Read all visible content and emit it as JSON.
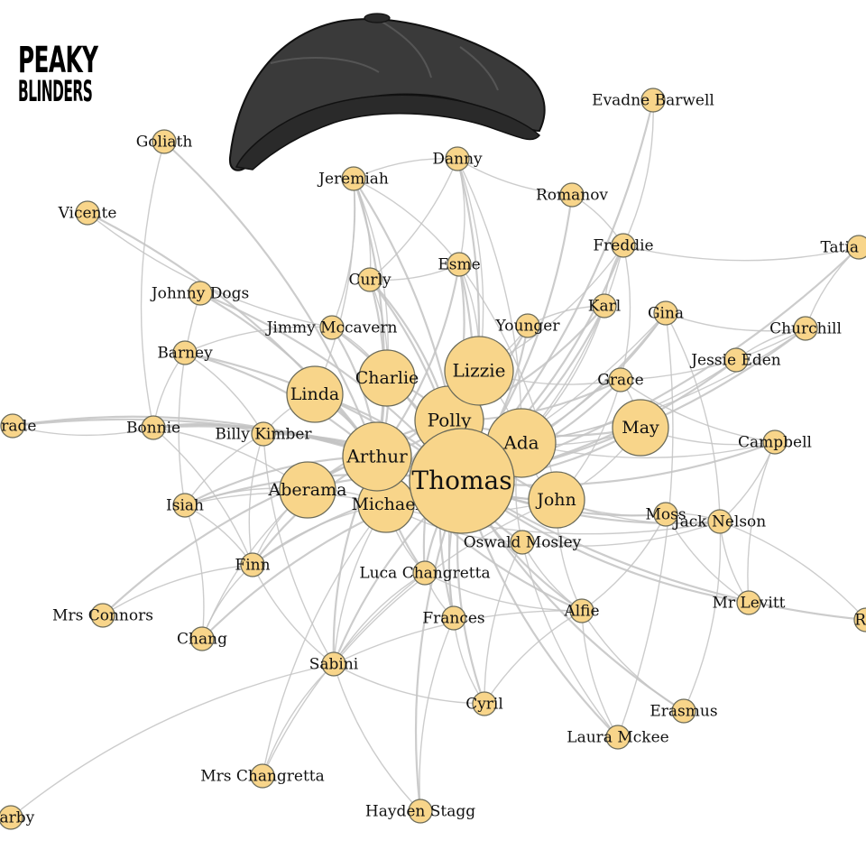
{
  "logo": {
    "line1": "PEAKY",
    "line2": "BLINDERS"
  },
  "colors": {
    "node_fill": "#f8d58a",
    "node_stroke": "#6b6b5a",
    "edge": "#c3c3c3",
    "cap": "#3a3a3a"
  },
  "decoration": {
    "cap_icon": "flat-cap-icon"
  },
  "nodes": [
    {
      "id": "Thomas",
      "label": "Thomas",
      "size": "xl"
    },
    {
      "id": "Arthur",
      "label": "Arthur",
      "size": "l"
    },
    {
      "id": "Polly",
      "label": "Polly",
      "size": "l"
    },
    {
      "id": "Lizzie",
      "label": "Lizzie",
      "size": "l"
    },
    {
      "id": "Ada",
      "label": "Ada",
      "size": "l"
    },
    {
      "id": "Michael",
      "label": "Michael",
      "size": "m"
    },
    {
      "id": "John",
      "label": "John",
      "size": "m"
    },
    {
      "id": "May",
      "label": "May",
      "size": "m"
    },
    {
      "id": "Aberama",
      "label": "Aberama",
      "size": "m"
    },
    {
      "id": "Charlie",
      "label": "Charlie",
      "size": "m"
    },
    {
      "id": "Linda",
      "label": "Linda",
      "size": "m"
    },
    {
      "id": "Billy Kimber",
      "label": "Billy Kimber",
      "size": "s"
    },
    {
      "id": "Oswald Mosley",
      "label": "Oswald Mosley",
      "size": "s"
    },
    {
      "id": "Finn",
      "label": "Finn",
      "size": "s"
    },
    {
      "id": "Jimmy Mccavern",
      "label": "Jimmy Mccavern",
      "size": "s"
    },
    {
      "id": "Curly",
      "label": "Curly",
      "size": "s"
    },
    {
      "id": "Esme",
      "label": "Esme",
      "size": "s"
    },
    {
      "id": "Grace",
      "label": "Grace",
      "size": "s"
    },
    {
      "id": "Jack Nelson",
      "label": "Jack Nelson",
      "size": "s"
    },
    {
      "id": "Luca Changretta",
      "label": "Luca Changretta",
      "size": "s"
    },
    {
      "id": "Alfie",
      "label": "Alfie",
      "size": "s"
    },
    {
      "id": "Freddie",
      "label": "Freddie",
      "size": "s"
    },
    {
      "id": "Gina",
      "label": "Gina",
      "size": "s"
    },
    {
      "id": "Younger",
      "label": "Younger",
      "size": "s"
    },
    {
      "id": "Karl",
      "label": "Karl",
      "size": "s"
    },
    {
      "id": "Moss",
      "label": "Moss",
      "size": "s"
    },
    {
      "id": "Sabini",
      "label": "Sabini",
      "size": "s"
    },
    {
      "id": "Bonnie",
      "label": "Bonnie",
      "size": "s"
    },
    {
      "id": "Isiah",
      "label": "Isiah",
      "size": "s"
    },
    {
      "id": "Frances",
      "label": "Frances",
      "size": "s"
    },
    {
      "id": "Churchill",
      "label": "Churchill",
      "size": "s"
    },
    {
      "id": "Jessie Eden",
      "label": "Jessie Eden",
      "size": "s"
    },
    {
      "id": "Campbell",
      "label": "Campbell",
      "size": "s"
    },
    {
      "id": "Danny",
      "label": "Danny",
      "size": "s"
    },
    {
      "id": "Jeremiah",
      "label": "Jeremiah",
      "size": "s"
    },
    {
      "id": "Romanov",
      "label": "Romanov",
      "size": "s"
    },
    {
      "id": "Evadne Barwell",
      "label": "Evadne Barwell",
      "size": "s"
    },
    {
      "id": "Goliath",
      "label": "Goliath",
      "size": "s"
    },
    {
      "id": "Vicente",
      "label": "Vicente",
      "size": "s"
    },
    {
      "id": "Johnny Dogs",
      "label": "Johnny Dogs",
      "size": "s"
    },
    {
      "id": "Barney",
      "label": "Barney",
      "size": "s"
    },
    {
      "id": "Grade",
      "label": "Grade",
      "size": "s"
    },
    {
      "id": "Mrs Connors",
      "label": "Mrs Connors",
      "size": "s"
    },
    {
      "id": "Chang",
      "label": "Chang",
      "size": "s"
    },
    {
      "id": "Mrs Changretta",
      "label": "Mrs Changretta",
      "size": "s"
    },
    {
      "id": "Darby",
      "label": "Darby",
      "size": "s"
    },
    {
      "id": "Hayden Stagg",
      "label": "Hayden Stagg",
      "size": "s"
    },
    {
      "id": "Cyril",
      "label": "Cyril",
      "size": "s"
    },
    {
      "id": "Laura Mckee",
      "label": "Laura Mckee",
      "size": "s"
    },
    {
      "id": "Erasmus",
      "label": "Erasmus",
      "size": "s"
    },
    {
      "id": "Mr Levitt",
      "label": "Mr Levitt",
      "size": "s"
    },
    {
      "id": "Tatiana",
      "label": "Tatia",
      "size": "s"
    },
    {
      "id": "R",
      "label": "R",
      "size": "s"
    }
  ],
  "edges": [
    [
      "Thomas",
      "Arthur"
    ],
    [
      "Thomas",
      "Polly"
    ],
    [
      "Thomas",
      "Lizzie"
    ],
    [
      "Thomas",
      "Ada"
    ],
    [
      "Thomas",
      "Michael"
    ],
    [
      "Thomas",
      "John"
    ],
    [
      "Thomas",
      "May"
    ],
    [
      "Thomas",
      "Aberama"
    ],
    [
      "Thomas",
      "Charlie"
    ],
    [
      "Thomas",
      "Linda"
    ],
    [
      "Thomas",
      "Billy Kimber"
    ],
    [
      "Thomas",
      "Oswald Mosley"
    ],
    [
      "Thomas",
      "Finn"
    ],
    [
      "Thomas",
      "Jimmy Mccavern"
    ],
    [
      "Thomas",
      "Curly"
    ],
    [
      "Thomas",
      "Esme"
    ],
    [
      "Thomas",
      "Grace"
    ],
    [
      "Thomas",
      "Jack Nelson"
    ],
    [
      "Thomas",
      "Luca Changretta"
    ],
    [
      "Thomas",
      "Alfie"
    ],
    [
      "Thomas",
      "Freddie"
    ],
    [
      "Thomas",
      "Gina"
    ],
    [
      "Thomas",
      "Younger"
    ],
    [
      "Thomas",
      "Karl"
    ],
    [
      "Thomas",
      "Moss"
    ],
    [
      "Thomas",
      "Sabini"
    ],
    [
      "Thomas",
      "Bonnie"
    ],
    [
      "Thomas",
      "Isiah"
    ],
    [
      "Thomas",
      "Frances"
    ],
    [
      "Thomas",
      "Churchill"
    ],
    [
      "Thomas",
      "Jessie Eden"
    ],
    [
      "Thomas",
      "Campbell"
    ],
    [
      "Thomas",
      "Danny"
    ],
    [
      "Thomas",
      "Jeremiah"
    ],
    [
      "Thomas",
      "Romanov"
    ],
    [
      "Thomas",
      "Evadne Barwell"
    ],
    [
      "Thomas",
      "Johnny Dogs"
    ],
    [
      "Thomas",
      "Barney"
    ],
    [
      "Thomas",
      "Chang"
    ],
    [
      "Thomas",
      "Cyril"
    ],
    [
      "Thomas",
      "Laura Mckee"
    ],
    [
      "Thomas",
      "Erasmus"
    ],
    [
      "Thomas",
      "Mr Levitt"
    ],
    [
      "Thomas",
      "Hayden Stagg"
    ],
    [
      "Thomas",
      "Tatiana"
    ],
    [
      "Thomas",
      "Grade"
    ],
    [
      "Thomas",
      "R"
    ],
    [
      "Arthur",
      "Polly"
    ],
    [
      "Arthur",
      "Lizzie"
    ],
    [
      "Arthur",
      "Ada"
    ],
    [
      "Arthur",
      "Michael"
    ],
    [
      "Arthur",
      "John"
    ],
    [
      "Arthur",
      "Linda"
    ],
    [
      "Arthur",
      "Billy Kimber"
    ],
    [
      "Arthur",
      "Aberama"
    ],
    [
      "Arthur",
      "Charlie"
    ],
    [
      "Arthur",
      "Finn"
    ],
    [
      "Arthur",
      "Jimmy Mccavern"
    ],
    [
      "Arthur",
      "Curly"
    ],
    [
      "Arthur",
      "Esme"
    ],
    [
      "Arthur",
      "Isiah"
    ],
    [
      "Arthur",
      "Bonnie"
    ],
    [
      "Arthur",
      "Alfie"
    ],
    [
      "Arthur",
      "Sabini"
    ],
    [
      "Arthur",
      "Luca Changretta"
    ],
    [
      "Arthur",
      "Barney"
    ],
    [
      "Arthur",
      "Johnny Dogs"
    ],
    [
      "Arthur",
      "Mrs Connors"
    ],
    [
      "Arthur",
      "Jeremiah"
    ],
    [
      "Arthur",
      "Grade"
    ],
    [
      "Arthur",
      "Vicente"
    ],
    [
      "Arthur",
      "Goliath"
    ],
    [
      "Polly",
      "Lizzie"
    ],
    [
      "Polly",
      "Ada"
    ],
    [
      "Polly",
      "Michael"
    ],
    [
      "Polly",
      "John"
    ],
    [
      "Polly",
      "Aberama"
    ],
    [
      "Polly",
      "Charlie"
    ],
    [
      "Polly",
      "Esme"
    ],
    [
      "Polly",
      "Grace"
    ],
    [
      "Polly",
      "May"
    ],
    [
      "Polly",
      "Luca Changretta"
    ],
    [
      "Polly",
      "Frances"
    ],
    [
      "Polly",
      "Curly"
    ],
    [
      "Polly",
      "Karl"
    ],
    [
      "Polly",
      "Younger"
    ],
    [
      "Ada",
      "Lizzie"
    ],
    [
      "Ada",
      "John"
    ],
    [
      "Ada",
      "Michael"
    ],
    [
      "Ada",
      "May"
    ],
    [
      "Ada",
      "Freddie"
    ],
    [
      "Ada",
      "Karl"
    ],
    [
      "Ada",
      "Gina"
    ],
    [
      "Ada",
      "Churchill"
    ],
    [
      "Ada",
      "Jessie Eden"
    ],
    [
      "Ada",
      "Oswald Mosley"
    ],
    [
      "Ada",
      "Campbell"
    ],
    [
      "Ada",
      "Danny"
    ],
    [
      "Lizzie",
      "Esme"
    ],
    [
      "Lizzie",
      "Younger"
    ],
    [
      "Lizzie",
      "Grace"
    ],
    [
      "Lizzie",
      "Freddie"
    ],
    [
      "Lizzie",
      "Frances"
    ],
    [
      "Lizzie",
      "Danny"
    ],
    [
      "Michael",
      "John"
    ],
    [
      "Michael",
      "Aberama"
    ],
    [
      "Michael",
      "Finn"
    ],
    [
      "Michael",
      "Gina"
    ],
    [
      "Michael",
      "Luca Changretta"
    ],
    [
      "Michael",
      "Oswald Mosley"
    ],
    [
      "Michael",
      "Jack Nelson"
    ],
    [
      "Michael",
      "Sabini"
    ],
    [
      "Michael",
      "Mrs Changretta"
    ],
    [
      "Michael",
      "Isiah"
    ],
    [
      "John",
      "Esme"
    ],
    [
      "John",
      "Alfie"
    ],
    [
      "John",
      "Moss"
    ],
    [
      "John",
      "Grace"
    ],
    [
      "John",
      "May"
    ],
    [
      "John",
      "Jack Nelson"
    ],
    [
      "John",
      "Sabini"
    ],
    [
      "May",
      "Grace"
    ],
    [
      "May",
      "Campbell"
    ],
    [
      "Aberama",
      "Bonnie"
    ],
    [
      "Aberama",
      "Finn"
    ],
    [
      "Aberama",
      "Isiah"
    ],
    [
      "Aberama",
      "Chang"
    ],
    [
      "Charlie",
      "Curly"
    ],
    [
      "Charlie",
      "Jimmy Mccavern"
    ],
    [
      "Charlie",
      "Jeremiah"
    ],
    [
      "Linda",
      "Billy Kimber"
    ],
    [
      "Linda",
      "Jeremiah"
    ],
    [
      "Billy Kimber",
      "Bonnie"
    ],
    [
      "Billy Kimber",
      "Finn"
    ],
    [
      "Billy Kimber",
      "Isiah"
    ],
    [
      "Billy Kimber",
      "Barney"
    ],
    [
      "Billy Kimber",
      "Sabini"
    ],
    [
      "Oswald Mosley",
      "Alfie"
    ],
    [
      "Oswald Mosley",
      "Jack Nelson"
    ],
    [
      "Oswald Mosley",
      "Cyril"
    ],
    [
      "Oswald Mosley",
      "Laura Mckee"
    ],
    [
      "Finn",
      "Isiah"
    ],
    [
      "Finn",
      "Mrs Connors"
    ],
    [
      "Finn",
      "Chang"
    ],
    [
      "Finn",
      "Sabini"
    ],
    [
      "Finn",
      "Bonnie"
    ],
    [
      "Jimmy Mccavern",
      "Jeremiah"
    ],
    [
      "Jimmy Mccavern",
      "Barney"
    ],
    [
      "Curly",
      "Esme"
    ],
    [
      "Curly",
      "Jeremiah"
    ],
    [
      "Curly",
      "Danny"
    ],
    [
      "Esme",
      "Danny"
    ],
    [
      "Esme",
      "Jeremiah"
    ],
    [
      "Grace",
      "Churchill"
    ],
    [
      "Grace",
      "Campbell"
    ],
    [
      "Grace",
      "Freddie"
    ],
    [
      "Jack Nelson",
      "Campbell"
    ],
    [
      "Jack Nelson",
      "Mr Levitt"
    ],
    [
      "Jack Nelson",
      "Moss"
    ],
    [
      "Jack Nelson",
      "Gina"
    ],
    [
      "Luca Changretta",
      "Sabini"
    ],
    [
      "Luca Changretta",
      "Alfie"
    ],
    [
      "Luca Changretta",
      "Frances"
    ],
    [
      "Luca Changretta",
      "Mrs Changretta"
    ],
    [
      "Alfie",
      "Laura Mckee"
    ],
    [
      "Alfie",
      "Erasmus"
    ],
    [
      "Alfie",
      "Sabini"
    ],
    [
      "Alfie",
      "Cyril"
    ],
    [
      "Alfie",
      "Moss"
    ],
    [
      "Freddie",
      "Karl"
    ],
    [
      "Freddie",
      "Romanov"
    ],
    [
      "Freddie",
      "Evadne Barwell"
    ],
    [
      "Freddie",
      "Tatiana"
    ],
    [
      "Gina",
      "Churchill"
    ],
    [
      "Sabini",
      "Darby"
    ],
    [
      "Sabini",
      "Mrs Changretta"
    ],
    [
      "Sabini",
      "Hayden Stagg"
    ],
    [
      "Sabini",
      "Cyril"
    ],
    [
      "Frances",
      "Cyril"
    ],
    [
      "Frances",
      "Hayden Stagg"
    ],
    [
      "Danny",
      "Jeremiah"
    ],
    [
      "Danny",
      "Romanov"
    ],
    [
      "Goliath",
      "Bonnie"
    ],
    [
      "Vicente",
      "Jimmy Mccavern"
    ],
    [
      "Johnny Dogs",
      "Isiah"
    ],
    [
      "Barney",
      "Bonnie"
    ],
    [
      "Churchill",
      "Jessie Eden"
    ],
    [
      "Campbell",
      "Mr Levitt"
    ],
    [
      "Chang",
      "Isiah"
    ],
    [
      "Karl",
      "Younger"
    ],
    [
      "Moss",
      "Mr Levitt"
    ],
    [
      "Grade",
      "Bonnie"
    ],
    [
      "Laura Mckee",
      "Gina"
    ],
    [
      "Erasmus",
      "Jack Nelson"
    ],
    [
      "R",
      "Jack Nelson"
    ],
    [
      "Tatiana",
      "Churchill"
    ]
  ]
}
